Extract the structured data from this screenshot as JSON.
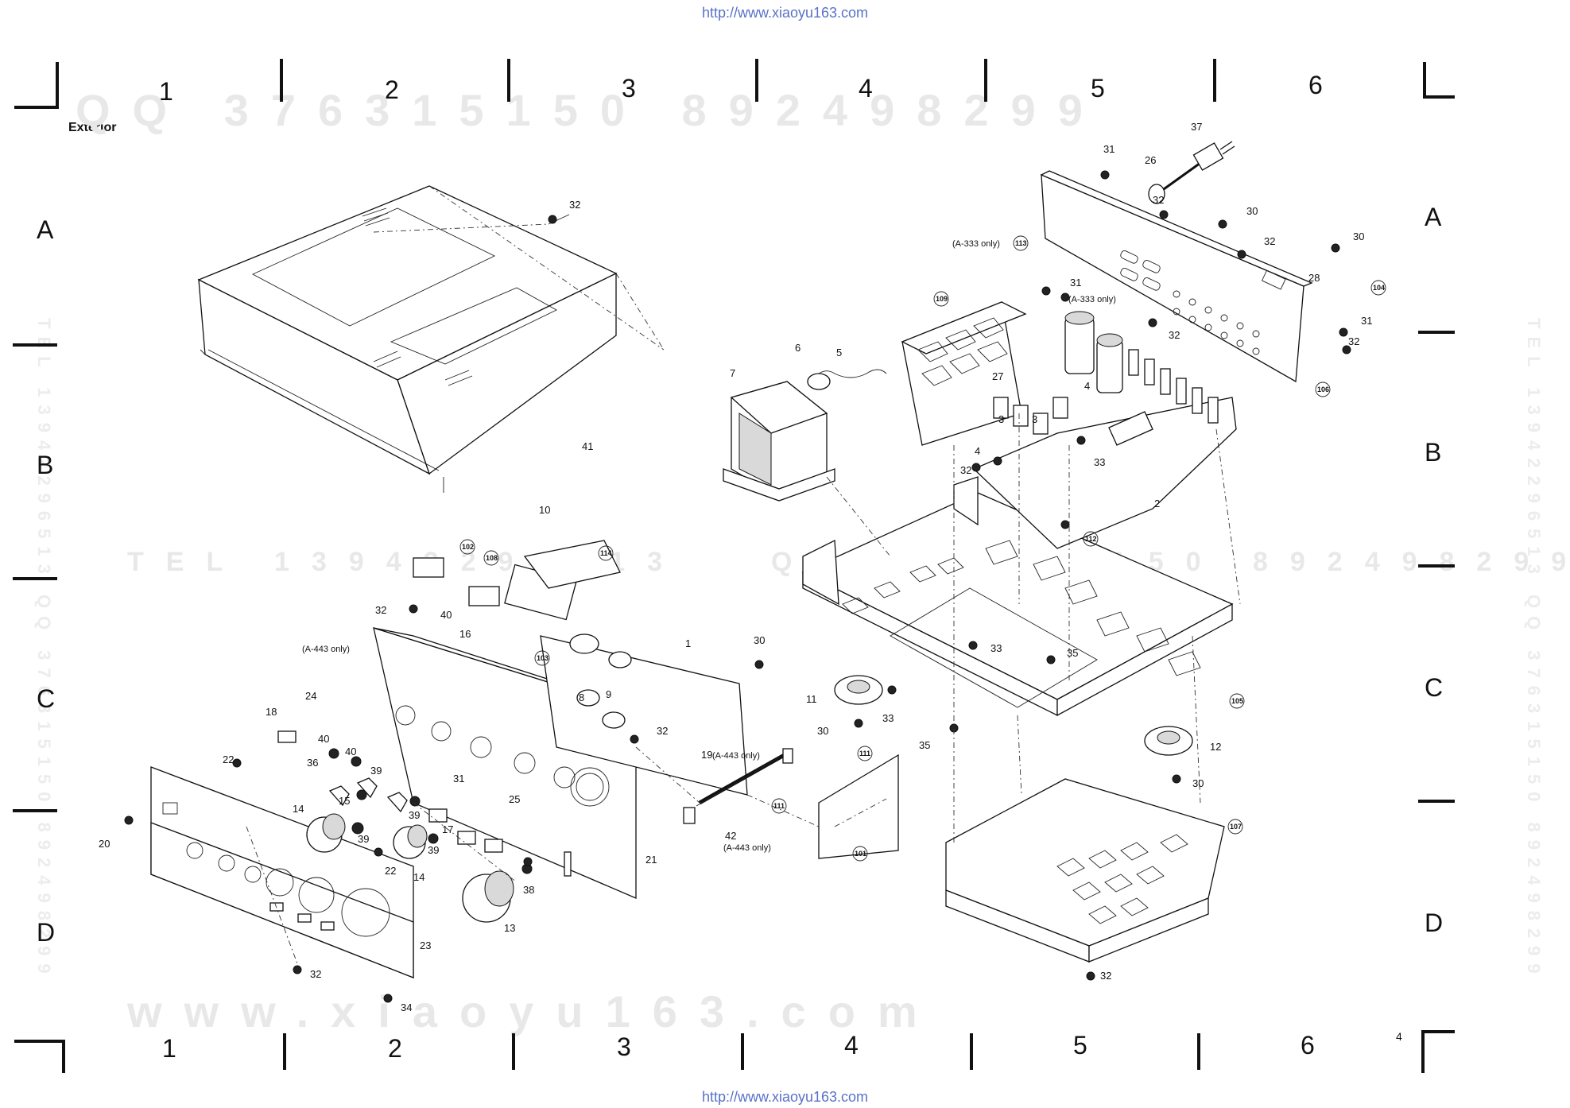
{
  "header_url": "http://www.xiaoyu163.com",
  "footer_url": "http://www.xiaoyu163.com",
  "section_title": "Exterior",
  "page_number": "4",
  "grid": {
    "columns": [
      "1",
      "2",
      "3",
      "4",
      "5",
      "6"
    ],
    "rows": [
      "A",
      "B",
      "C",
      "D"
    ]
  },
  "watermarks": {
    "top": "QQ 376315150  892498299",
    "middle_left": "TEL 13942296513",
    "middle_right": "QQ 376315150  892498299",
    "bottom": "www.xiaoyu163.com",
    "side_left": "TEL 13942296513  QQ 376315150 892498299",
    "side_right": "TEL 13942296513  QQ 376315150 892498299"
  },
  "notes": {
    "a333_113": "(A-333 only)",
    "a333_31": "(A-333 only)",
    "a443_front": "(A-443 only)",
    "a443_19": "(A-443 only)",
    "a443_42": "(A-443 only)"
  },
  "callouts": {
    "c1": "1",
    "c2": "2",
    "c3a": "3",
    "c3b": "3",
    "c4a": "4",
    "c4b": "4",
    "c5": "5",
    "c6": "6",
    "c7": "7",
    "c8": "8",
    "c9": "9",
    "c10": "10",
    "c11": "11",
    "c12": "12",
    "c13": "13",
    "c14a": "14",
    "c14b": "14",
    "c15": "15",
    "c16": "16",
    "c17": "17",
    "c18": "18",
    "c19": "19",
    "c20": "20",
    "c21": "21",
    "c22a": "22",
    "c22b": "22",
    "c23": "23",
    "c24": "24",
    "c25": "25",
    "c26": "26",
    "c27": "27",
    "c28": "28",
    "c30a": "30",
    "c30b": "30",
    "c30c": "30",
    "c30d": "30",
    "c30e": "30",
    "c31a": "31",
    "c31b": "31",
    "c31c": "31",
    "c31d": "31",
    "c32a": "32",
    "c32b": "32",
    "c32c": "32",
    "c32d": "32",
    "c32e": "32",
    "c32f": "32",
    "c32g": "32",
    "c32h": "32",
    "c32i": "32",
    "c32j": "32",
    "c33a": "33",
    "c33b": "33",
    "c33c": "33",
    "c34": "34",
    "c35a": "35",
    "c35b": "35",
    "c36": "36",
    "c37": "37",
    "c38": "38",
    "c39a": "39",
    "c39b": "39",
    "c39c": "39",
    "c39d": "39",
    "c40a": "40",
    "c40b": "40",
    "c40c": "40",
    "c41": "41",
    "c42": "42",
    "c101": "101",
    "c102": "102",
    "c103": "103",
    "c104": "104",
    "c105": "105",
    "c106": "106",
    "c107": "107",
    "c108": "108",
    "c109": "109",
    "c111a": "111",
    "c111b": "111",
    "c112": "112",
    "c113": "113",
    "c114": "114"
  }
}
